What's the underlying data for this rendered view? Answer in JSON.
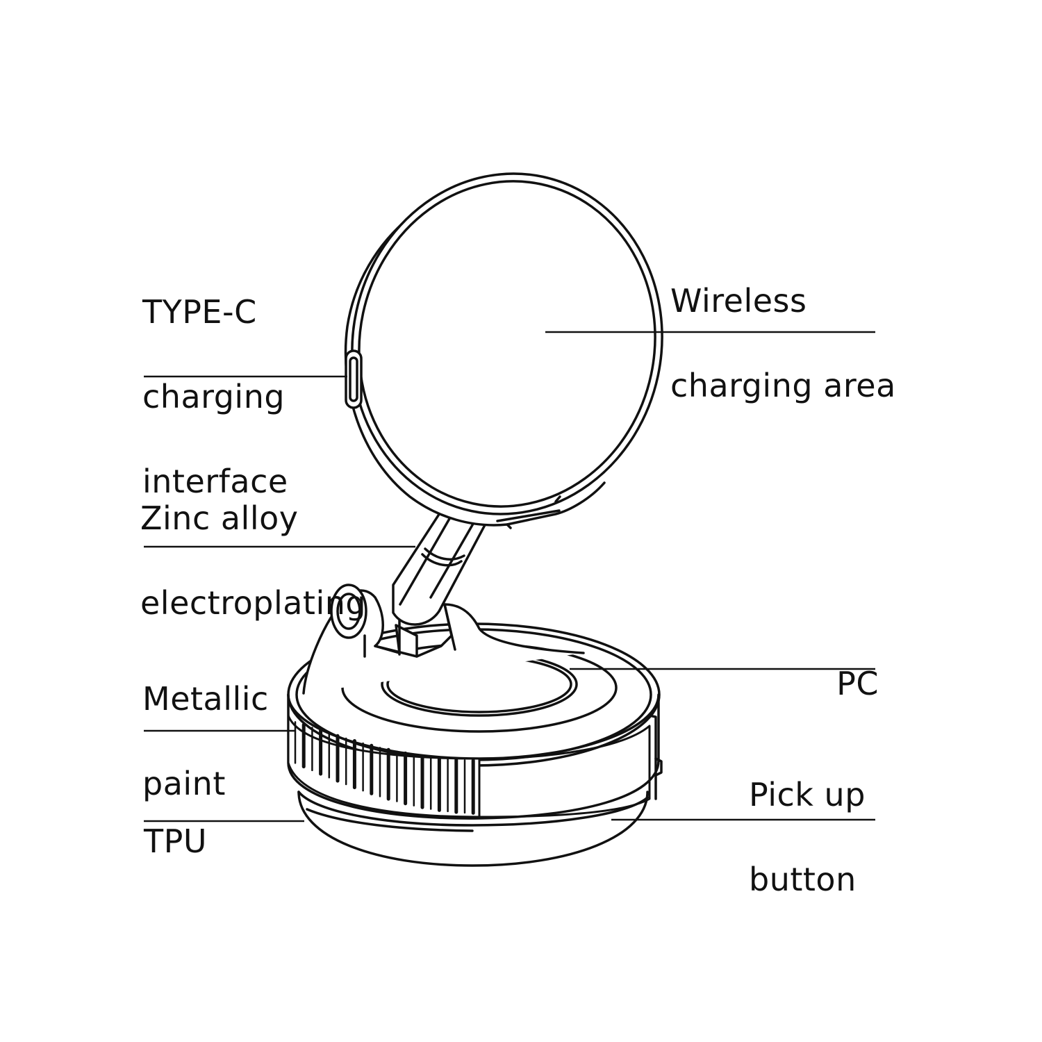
{
  "diagram": {
    "colors": {
      "ink": "#111111",
      "background": "#ffffff"
    },
    "callouts": {
      "type_c": {
        "lines": [
          "TYPE-C",
          "charging",
          "interface"
        ]
      },
      "wireless": {
        "lines": [
          "Wireless",
          "charging area"
        ]
      },
      "zinc": {
        "lines": [
          "Zinc alloy",
          "electroplating"
        ]
      },
      "pc": {
        "lines": [
          "PC"
        ]
      },
      "metallic": {
        "lines": [
          "Metallic",
          "paint"
        ]
      },
      "pickup": {
        "lines": [
          "Pick up",
          "button"
        ]
      },
      "tpu": {
        "lines": [
          "TPU"
        ]
      }
    }
  }
}
